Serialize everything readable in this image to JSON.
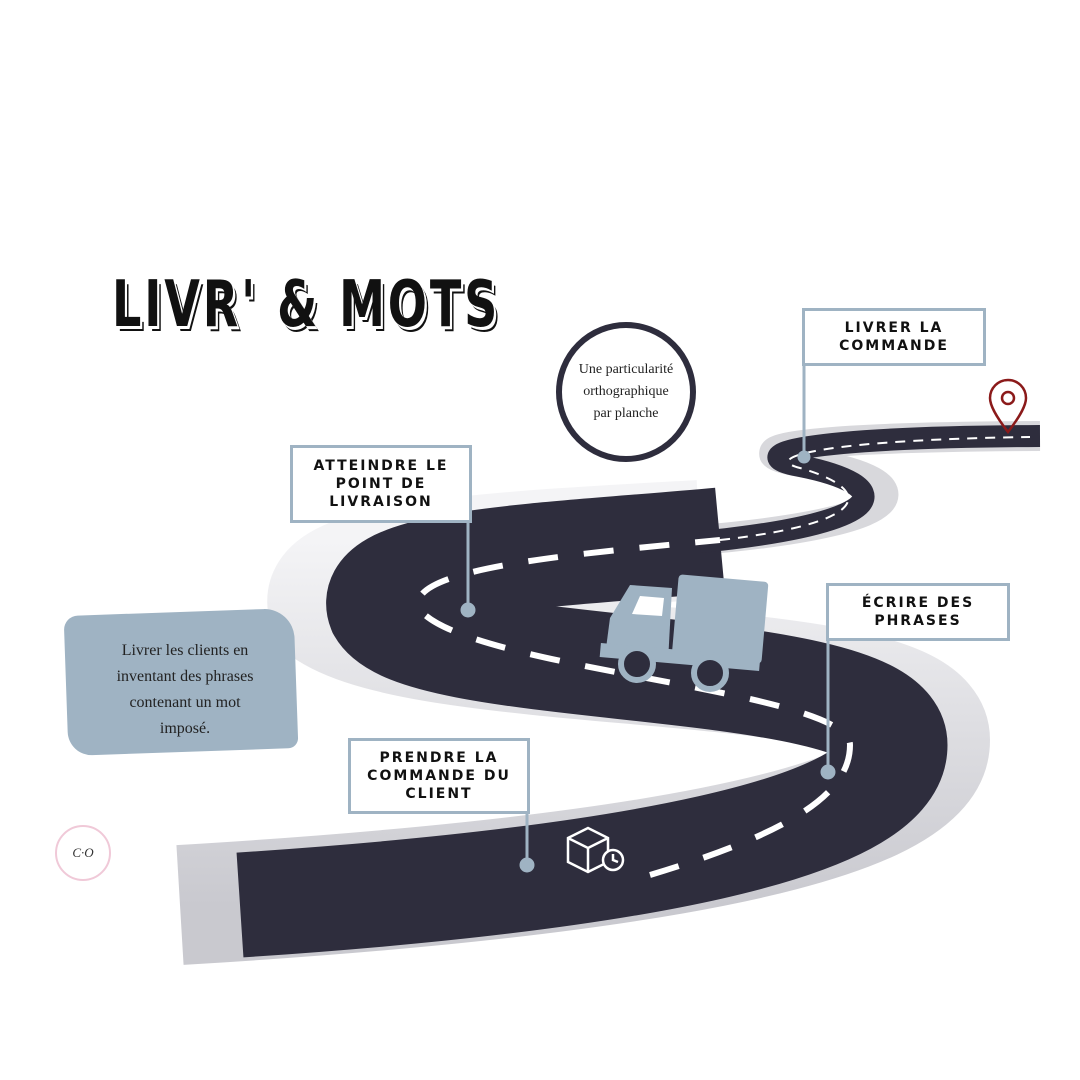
{
  "title": "LIVR' & MOTS",
  "badge": {
    "lines": [
      "Une particularité",
      "orthographique",
      "par planche"
    ]
  },
  "description": {
    "lines": [
      "Livrer les clients en",
      "inventant des phrases",
      "contenant un mot",
      "imposé."
    ]
  },
  "steps": [
    {
      "label": "PRENDRE LA COMMANDE DU CLIENT"
    },
    {
      "label": "ATTEINDRE LE POINT DE LIVRAISON"
    },
    {
      "label": "ÉCRIRE DES PHRASES"
    },
    {
      "label": "LIVRER LA COMMANDE"
    }
  ],
  "logo": {
    "text": "C·O"
  },
  "colors": {
    "road": "#2e2d3d",
    "accent": "#9fb3c3",
    "pin": "#8b1a1a"
  },
  "icons": [
    "truck-icon",
    "package-clock-icon",
    "location-pin-icon"
  ]
}
